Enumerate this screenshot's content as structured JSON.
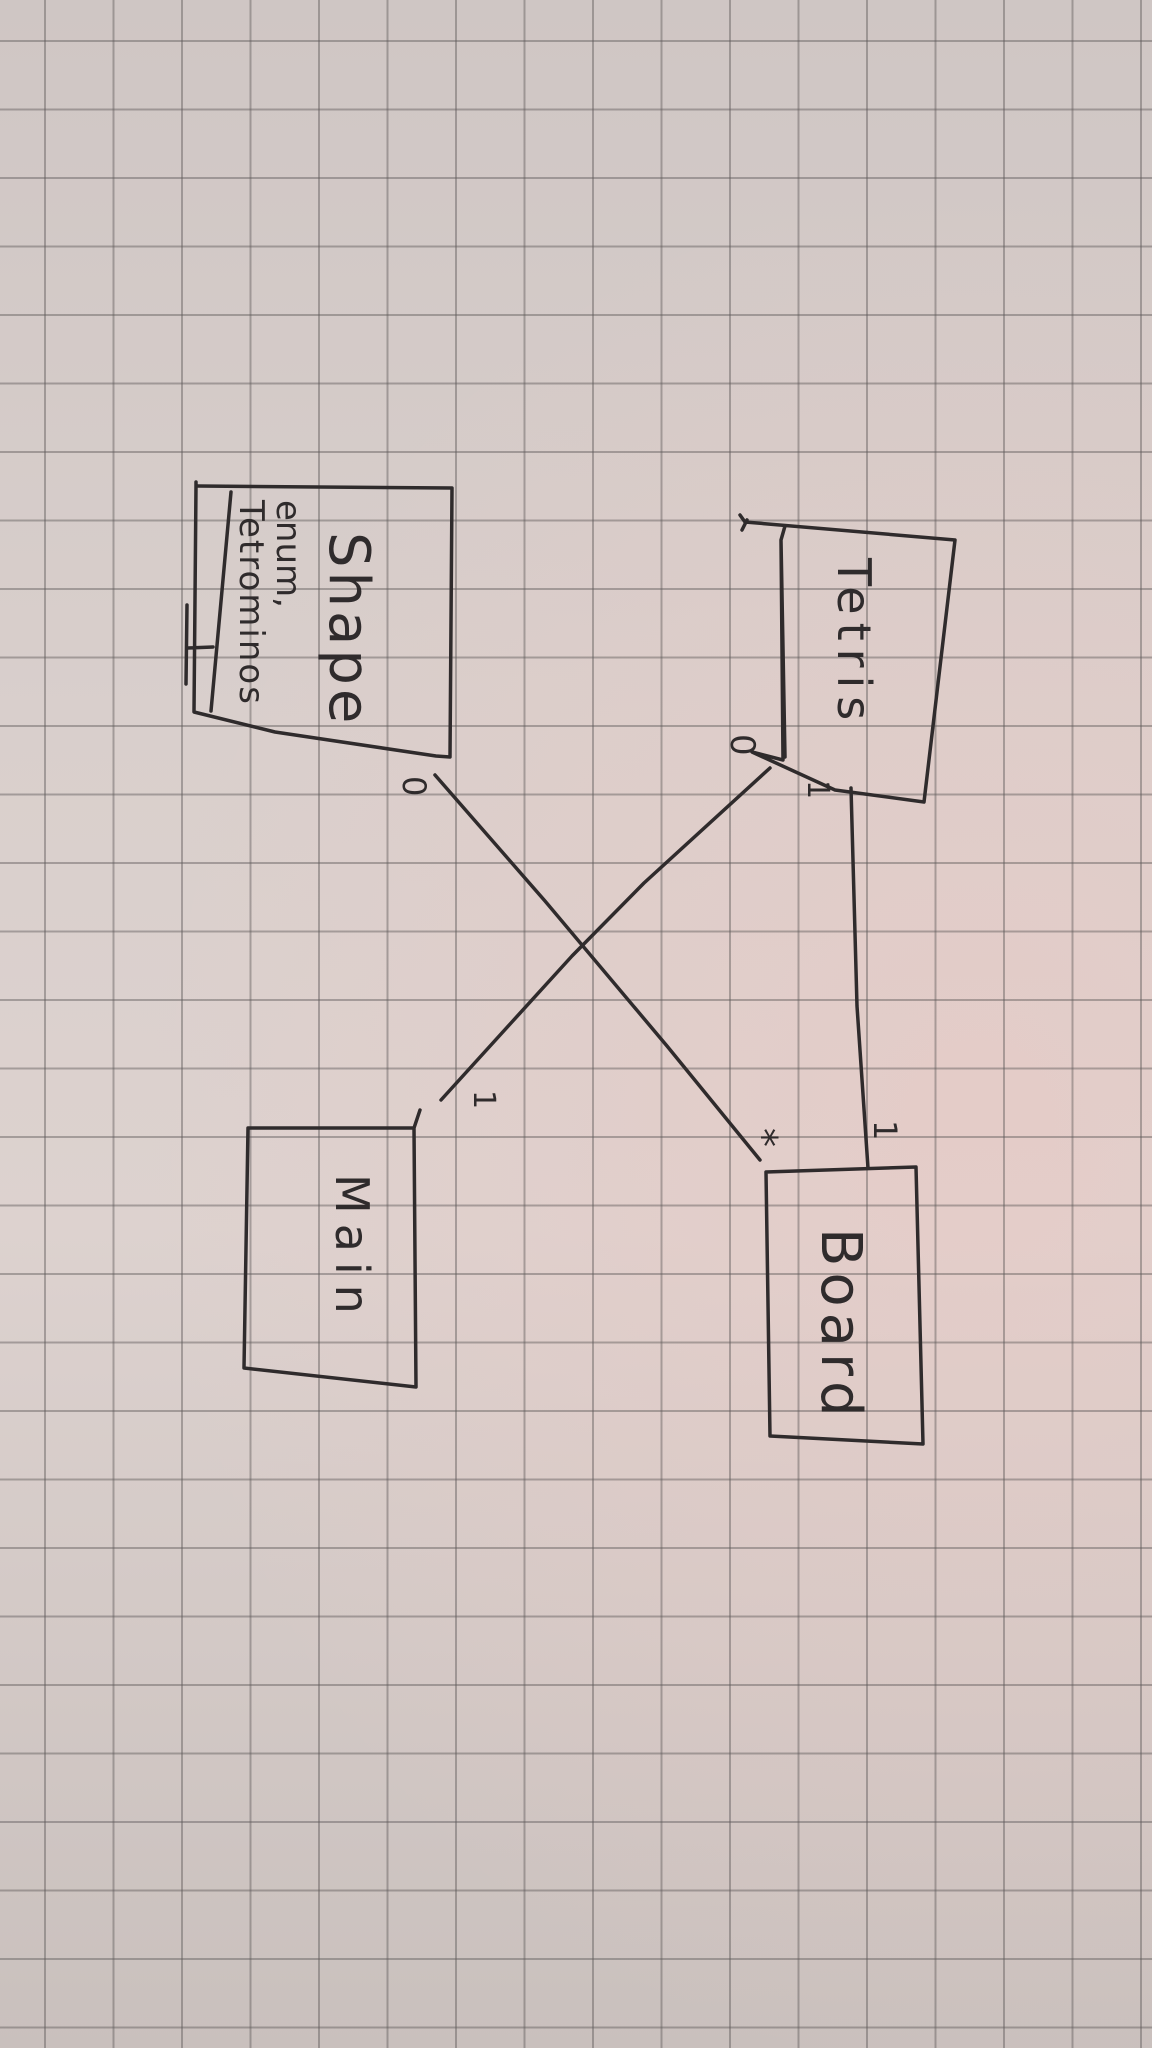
{
  "classes": {
    "tetris": {
      "name": "Tetris"
    },
    "shape": {
      "name": "Shape",
      "notes": [
        "enum,",
        "Tetrominos"
      ]
    },
    "board": {
      "name": "Board"
    },
    "main": {
      "name": "Main"
    }
  },
  "associations": {
    "tetris_board": {
      "from": "Tetris",
      "to": "Board",
      "from_multiplicity": "1",
      "to_multiplicity": "1"
    },
    "tetris_main": {
      "from": "Tetris",
      "to": "Main",
      "from_multiplicity": "0",
      "to_multiplicity": "1"
    },
    "shape_board": {
      "from": "Shape",
      "to": "Board",
      "from_multiplicity": "0",
      "to_multiplicity": "*"
    }
  },
  "colors": {
    "paper": "#d6ccc9",
    "grid": "#5f5a5a",
    "ink": "#2f2b2c"
  }
}
